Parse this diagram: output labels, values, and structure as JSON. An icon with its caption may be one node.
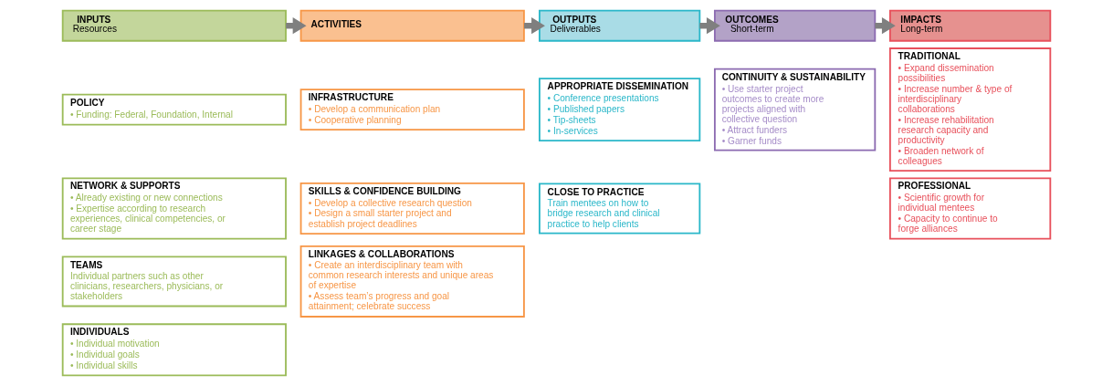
{
  "diagram": {
    "nodes": [
      {
        "text": [
          "INPUTS",
          "Resources"
        ]
      },
      {
        "text": [
          "ACTIVITIES"
        ]
      },
      {
        "text": [
          "OUTPUTS",
          "Deliverables"
        ]
      },
      {
        "text": [
          "OUTCOMES",
          "Short-term"
        ]
      },
      {
        "text": [
          "IMPACTS",
          "Long-term"
        ]
      },
      {
        "text": [
          "POLICY",
          "• Funding: Federal, Foundation, Internal"
        ]
      },
      {
        "text": [
          "NETWORK & SUPPORTS",
          "• Already existing or new connections",
          "• Expertise according to research experiences, clinical competencies, or career stage"
        ]
      },
      {
        "text": [
          "TEAMS",
          "Individual partners such as other clinicians, researchers, physicians, or stakeholders"
        ]
      },
      {
        "text": [
          "INDIVIDUALS",
          "• Individual motivation",
          "• Individual goals",
          "• Individual skills"
        ]
      },
      {
        "text": [
          "INFRASTRUCTURE",
          "• Develop a communication plan",
          "• Cooperative planning"
        ]
      },
      {
        "text": [
          "SKILLS & CONFIDENCE BUILDING",
          "• Develop a collective research question",
          "• Design a small starter project and establish project deadlines"
        ]
      },
      {
        "text": [
          "LINKAGES & COLLABORATIONS",
          "• Create an interdisciplinary team with common research interests and unique areas of expertise",
          "• Assess team’s progress and goal attainment; celebrate success"
        ]
      },
      {
        "text": [
          "APPROPRIATE DISSEMINATION",
          "• Conference presentations",
          "• Published papers",
          "• Tip-sheets",
          "• In-services"
        ]
      },
      {
        "text": [
          "CLOSE TO PRACTICE",
          "Train mentees on how to bridge research and clinical practice to help clients"
        ]
      },
      {
        "text": [
          "CONTINUITY & SUSTAINABILITY",
          "• Use starter project outcomes to create more projects aligned with collective question",
          "• Attract funders",
          "• Garner funds"
        ]
      },
      {
        "text": [
          "TRADITIONAL",
          "• Expand dissemination possibilities",
          "• Increase number & type of interdisciplinary collaborations",
          "• Increase rehabilitation research capacity and productivity",
          "• Broaden network of colleagues"
        ]
      },
      {
        "text": [
          "PROFESSIONAL",
          "• Scientific growth for individual mentees",
          "• Capacity to continue to forge alliances"
        ]
      }
    ],
    "edges": [
      {
        "from": 0,
        "to": 1,
        "arrow": "to"
      },
      {
        "from": 1,
        "to": 2,
        "arrow": "to"
      },
      {
        "from": 2,
        "to": 3,
        "arrow": "to"
      },
      {
        "from": 3,
        "to": 4,
        "arrow": "to"
      }
    ]
  }
}
